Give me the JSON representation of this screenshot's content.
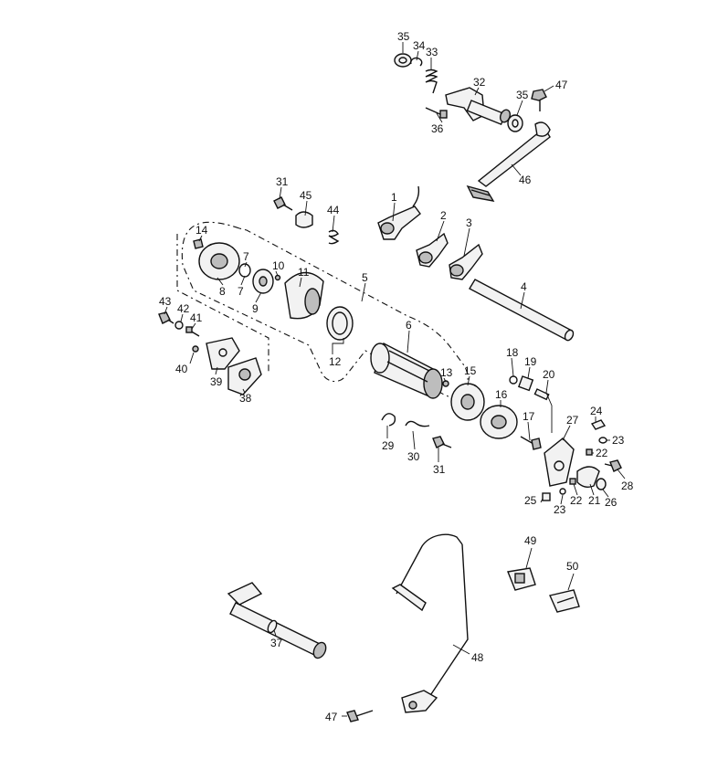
{
  "callouts": [
    {
      "id": "c1",
      "label": "1"
    },
    {
      "id": "c2",
      "label": "2"
    },
    {
      "id": "c3",
      "label": "3"
    },
    {
      "id": "c4",
      "label": "4"
    },
    {
      "id": "c5",
      "label": "5"
    },
    {
      "id": "c6",
      "label": "6"
    },
    {
      "id": "c7a",
      "label": "7"
    },
    {
      "id": "c7b",
      "label": "7"
    },
    {
      "id": "c8",
      "label": "8"
    },
    {
      "id": "c9",
      "label": "9"
    },
    {
      "id": "c10",
      "label": "10"
    },
    {
      "id": "c11",
      "label": "11"
    },
    {
      "id": "c12",
      "label": "12"
    },
    {
      "id": "c13",
      "label": "13"
    },
    {
      "id": "c14",
      "label": "14"
    },
    {
      "id": "c15",
      "label": "15"
    },
    {
      "id": "c16",
      "label": "16"
    },
    {
      "id": "c17",
      "label": "17"
    },
    {
      "id": "c18",
      "label": "18"
    },
    {
      "id": "c19",
      "label": "19"
    },
    {
      "id": "c20",
      "label": "20"
    },
    {
      "id": "c21",
      "label": "21"
    },
    {
      "id": "c22a",
      "label": "22"
    },
    {
      "id": "c22b",
      "label": "22"
    },
    {
      "id": "c23a",
      "label": "23"
    },
    {
      "id": "c23b",
      "label": "23"
    },
    {
      "id": "c24",
      "label": "24"
    },
    {
      "id": "c25",
      "label": "25"
    },
    {
      "id": "c26",
      "label": "26"
    },
    {
      "id": "c27",
      "label": "27"
    },
    {
      "id": "c28",
      "label": "28"
    },
    {
      "id": "c29",
      "label": "29"
    },
    {
      "id": "c30",
      "label": "30"
    },
    {
      "id": "c31a",
      "label": "31"
    },
    {
      "id": "c31b",
      "label": "31"
    },
    {
      "id": "c32",
      "label": "32"
    },
    {
      "id": "c33",
      "label": "33"
    },
    {
      "id": "c34",
      "label": "34"
    },
    {
      "id": "c35a",
      "label": "35"
    },
    {
      "id": "c35b",
      "label": "35"
    },
    {
      "id": "c36",
      "label": "36"
    },
    {
      "id": "c37",
      "label": "37"
    },
    {
      "id": "c38",
      "label": "38"
    },
    {
      "id": "c39",
      "label": "39"
    },
    {
      "id": "c40",
      "label": "40"
    },
    {
      "id": "c41",
      "label": "41"
    },
    {
      "id": "c42",
      "label": "42"
    },
    {
      "id": "c43",
      "label": "43"
    },
    {
      "id": "c44",
      "label": "44"
    },
    {
      "id": "c45",
      "label": "45"
    },
    {
      "id": "c46",
      "label": "46"
    },
    {
      "id": "c47a",
      "label": "47"
    },
    {
      "id": "c47b",
      "label": "47"
    },
    {
      "id": "c48",
      "label": "48"
    },
    {
      "id": "c49",
      "label": "49"
    },
    {
      "id": "c50",
      "label": "50"
    }
  ]
}
